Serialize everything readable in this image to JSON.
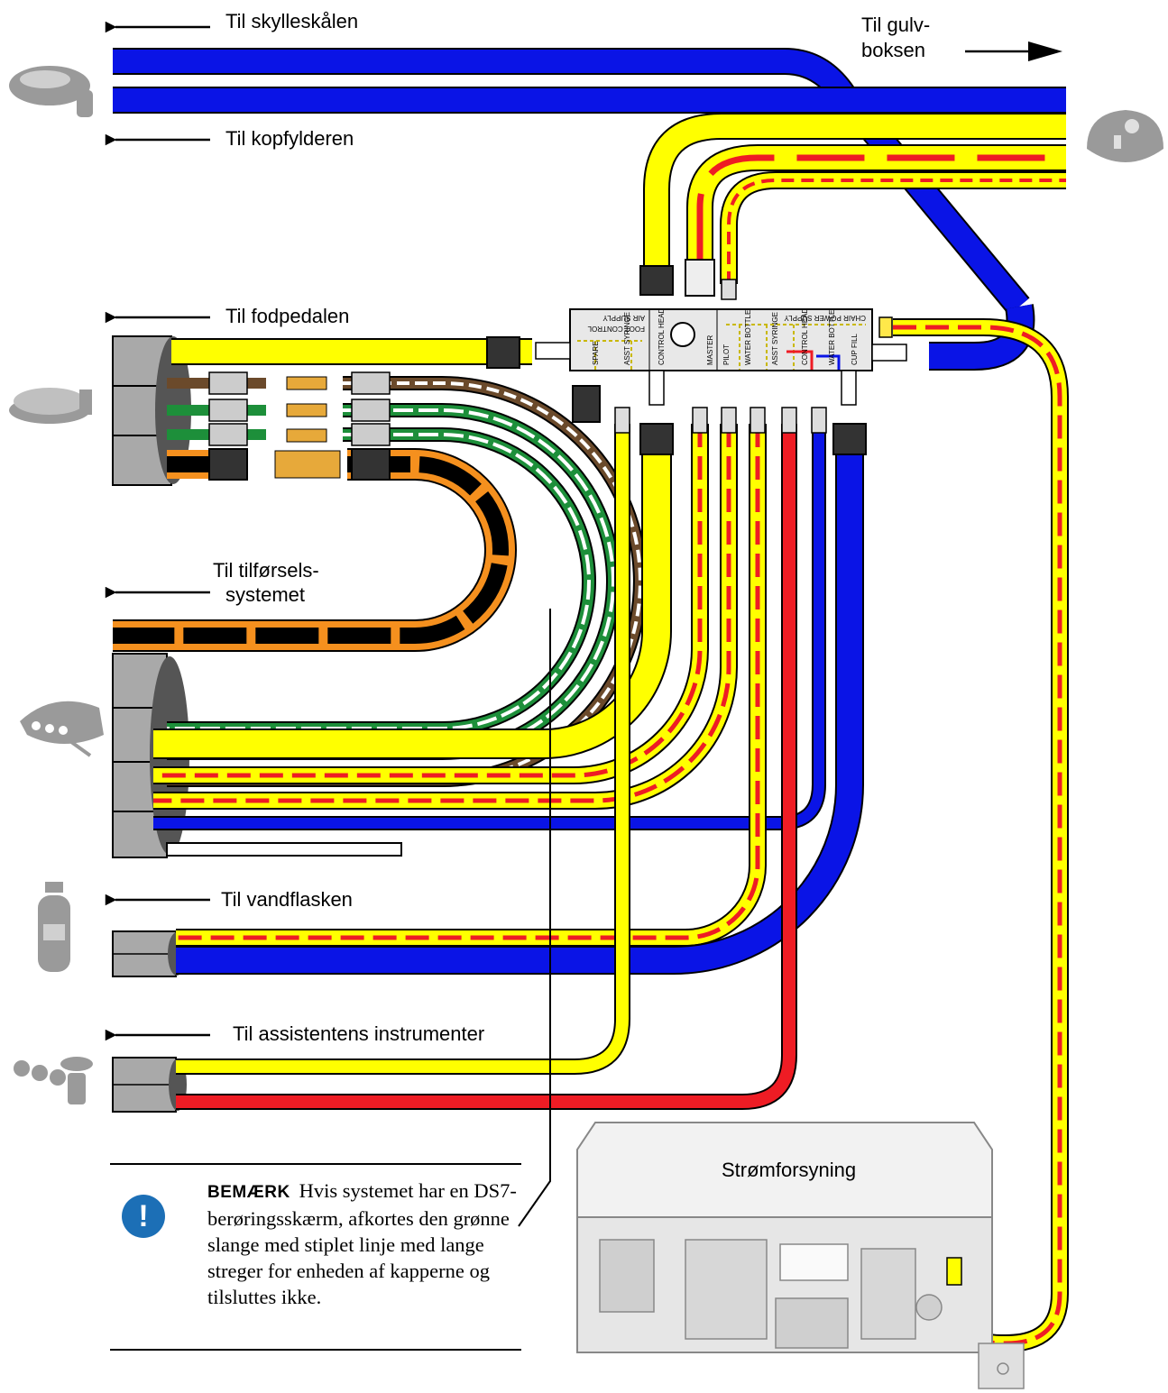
{
  "labels": {
    "rinse_bowl": "Til skylleskålen",
    "floor_box_line1": "Til gulv-",
    "floor_box_line2": "boksen",
    "cup_filler": "Til kopfylderen",
    "foot_pedal": "Til fodpedalen",
    "delivery_line1": "Til tilførsels-",
    "delivery_line2": "systemet",
    "water_bottle": "Til vandflasken",
    "assistant_instruments": "Til assistentens instrumenter",
    "power_supply": "Strømforsyning"
  },
  "manifold": {
    "top_left": [
      "AIR SUPPLY",
      "FOOT CONTROL"
    ],
    "top_right": "CHAIR POWER SUPPLY",
    "ports": [
      "SPARE",
      "ASST SYRINGE",
      "CONTROL HEAD",
      "MASTER",
      "PILOT",
      "WATER BOTTLE",
      "ASST SYRINGE",
      "CONTROL HEAD",
      "WATER BOTTLE",
      "CUP FILL"
    ]
  },
  "note": {
    "heading": "BEMÆRK",
    "text": "Hvis systemet har en DS7-berøringsskærm, afkortes den grønne slange med stiplet linje med lange streger for enheden af kapperne og tilsluttes ikke."
  },
  "colors": {
    "blue": "#0a14e6",
    "yellow": "#ffff00",
    "red": "#ee1c24",
    "green": "#1d8f3a",
    "brown": "#6b4a2b",
    "orange": "#f5901e",
    "gray": "#a9a9a9",
    "note_icon": "#1c6fb6"
  },
  "icons": [
    "sink-icon",
    "floor-box-icon",
    "foot-pedal-icon",
    "delivery-head-icon",
    "water-bottle-icon",
    "assistant-instruments-icon",
    "note-icon"
  ]
}
